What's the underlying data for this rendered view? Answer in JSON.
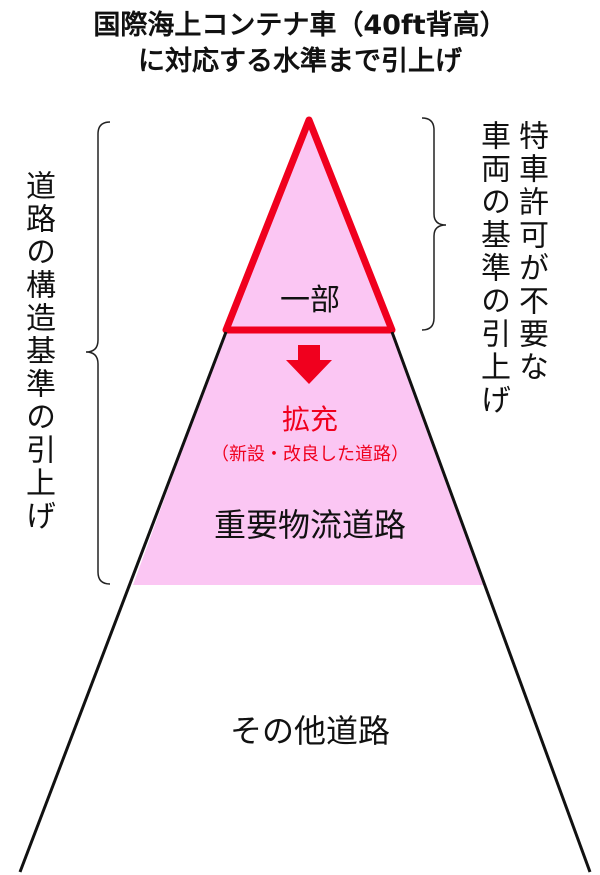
{
  "title": {
    "line1": "国際海上コンテナ車（40ft背高）",
    "line2": "に対応する水準まで引上げ"
  },
  "left_label": "道路の構造基準の引上げ",
  "right_label": {
    "line1": "特車許可が不要な",
    "line2": "車両の基準の引上げ"
  },
  "pyramid": {
    "top": "一部",
    "middle_heading": "拡充",
    "middle_sub": "（新設・改良した道路）",
    "middle_main": "重要物流道路",
    "bottom": "その他道路"
  },
  "colors": {
    "red": "#f0001e",
    "pink": "#fbc6f3",
    "black": "#111111"
  }
}
